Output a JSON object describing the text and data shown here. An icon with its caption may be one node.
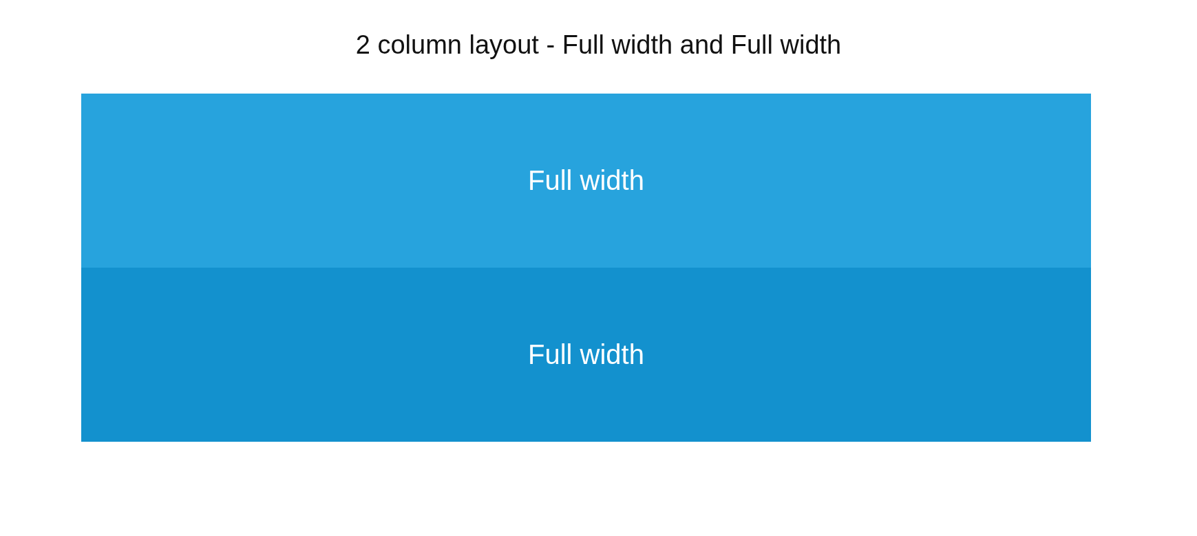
{
  "diagram": {
    "title": "2 column layout - Full width and Full width",
    "nodes": [
      {
        "text": [
          "Full width"
        ]
      },
      {
        "text": [
          "Full width"
        ]
      }
    ]
  }
}
